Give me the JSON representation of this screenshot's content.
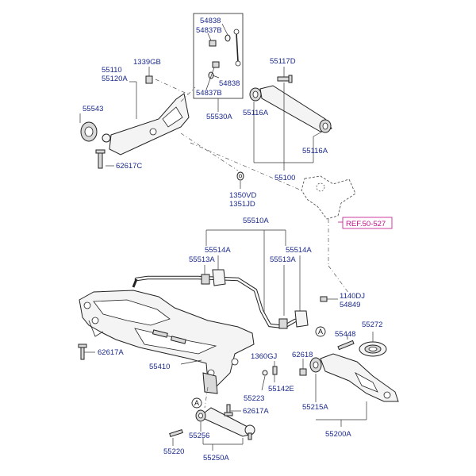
{
  "labels": {
    "l54838a": "54838",
    "l54837b_a": "54837B",
    "l54838b": "54838",
    "l54837b_b": "54837B",
    "l55530a": "55530A",
    "l55117d": "55117D",
    "l1339gb": "1339GB",
    "l55110": "55110",
    "l55120a": "55120A",
    "l55543": "55543",
    "l55116a_a": "55116A",
    "l55116a_b": "55116A",
    "l55100": "55100",
    "l62617c": "62617C",
    "l1350vd": "1350VD",
    "l1351jd": "1351JD",
    "l55510a": "55510A",
    "l55514a_a": "55514A",
    "l55513a_a": "55513A",
    "l55514a_b": "55514A",
    "l55513a_b": "55513A",
    "l1140dj": "1140DJ",
    "l54849": "54849",
    "l55272": "55272",
    "l55448": "55448",
    "l62617a_a": "62617A",
    "l55410": "55410",
    "l1360gj": "1360GJ",
    "l62618": "62618",
    "l55223": "55223",
    "l55142e": "55142E",
    "l55215a": "55215A",
    "l62617a_b": "62617A",
    "l55256": "55256",
    "l55220": "55220",
    "l55250a": "55250A",
    "l55200a": "55200A"
  },
  "reference": "REF.50-527",
  "markers": {
    "a": "A"
  },
  "colors": {
    "label": "#1c2a8c",
    "reference": "#c0108a"
  }
}
